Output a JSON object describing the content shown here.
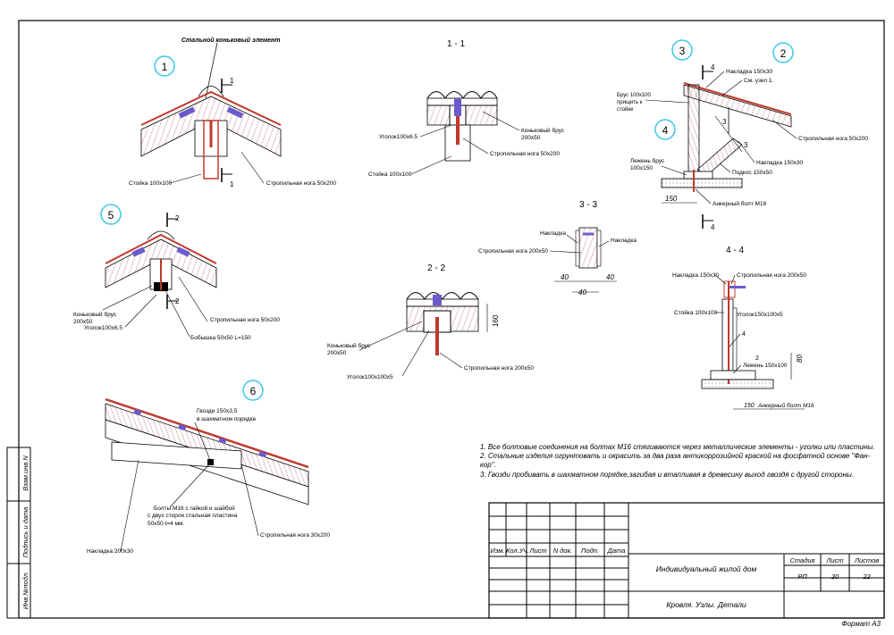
{
  "side_stamps": {
    "inv_podl": "Инв.№подл.",
    "podpis": "Подпись и дата",
    "vzam": "Взам.инв.N"
  },
  "nodes": {
    "n1": {
      "num": "1",
      "title": "Стальной коньковый элемент",
      "cut": "1",
      "stoika": "Стойка 100x100",
      "noga": "Стропильная нога 50x200"
    },
    "n5": {
      "num": "5",
      "cut": "2",
      "brus": "Коньковый брус\n200x50",
      "ugolok": "Уголок100x6.5",
      "noga": "Стропильная нога 50x200",
      "bob": "Бобышка 50x50 L=150"
    },
    "n6": {
      "num": "6",
      "gvozdi": "Гвозди 150x3,5\nв шахматном порядке",
      "bolty": "Болты М16 с гайкой и шайбой\nс двух сторон стальная пластина\n50x50    t=4 мм.",
      "noga": "Стропильная нога  30x200",
      "nakladka": "Накладка 200x30"
    },
    "s11": {
      "title": "1 - 1",
      "brus": "Коньковый брус\n200x50",
      "ugolok": "Уголок100x6.5",
      "noga": "Стропильная нога 50x200",
      "stoika": "Стойка 100x100"
    },
    "s22": {
      "title": "2 - 2",
      "brus": "Коньковый брус\n200x50",
      "ugolok": "Уголок100x100x5",
      "noga": "Стропильная нога 200x50",
      "dim": "160"
    },
    "s33": {
      "title": "3 - 3",
      "nakladka_l": "Накладка",
      "nakladka_r": "Накладка",
      "noga": "Стропильная нога 200x50",
      "d1": "40",
      "d2": "40",
      "d3": "40"
    },
    "n234": {
      "num3": "3",
      "num2": "2",
      "num4": "4",
      "cut4": "4",
      "cut3": "3",
      "nakl": "Накладка 150x30",
      "uzel": "См. узел 1.",
      "brus": "Брус 100x100\nприщить к\nстойке",
      "noga": "Стропильная нога  50x200",
      "nakl2": "Накладка 150x30",
      "podkos": "Подкос 150x50",
      "lezhen": "Лежень брус\n100x150",
      "dim150": "150",
      "bolt": "Анкерный болт М16"
    },
    "s44": {
      "title": "4 - 4",
      "nakl": "Накладка 150x30",
      "noga": "Стропильная нога  200x50",
      "stoika": "Стойка 100x100",
      "ugolok": "Уголок150x100x5",
      "four": "4",
      "two": "2",
      "lezhen": "Лежень 150x100",
      "dim": "80",
      "dim2": "150",
      "bolt": "Анкерный болт М16"
    }
  },
  "notes": [
    "1. Все болтовые соединения на болтах М16 стягиваются через металлические элементы - уголки или пластины.",
    "2. Стальные изделия огрунтовать и окрасить за два раза антикоррозийной краской на фосфатной основе \"Фан-кор\".",
    "3. Гвозди пробивать в шахматном порядке,загибая и втапливая в древесину выход гвоздя с другой стороны."
  ],
  "title_block": {
    "cols": [
      "Изм.",
      "Кол.Уч.",
      "Лист",
      "N док.",
      "Подп.",
      "Дата"
    ],
    "project": "Индивидуальный жилой дом",
    "sheet_title": "Кровля. Узлы. Детали",
    "stage_h": "Стадия",
    "list_h": "Лист",
    "lists_h": "Листов",
    "stage": "РП",
    "list": "20",
    "lists": "22"
  },
  "format": "Формат  А3",
  "colors": {
    "wood": "#c0392b",
    "accent": "#3cc7e8",
    "metal": "#6a5acd",
    "hatch": "#c8a0a0"
  }
}
